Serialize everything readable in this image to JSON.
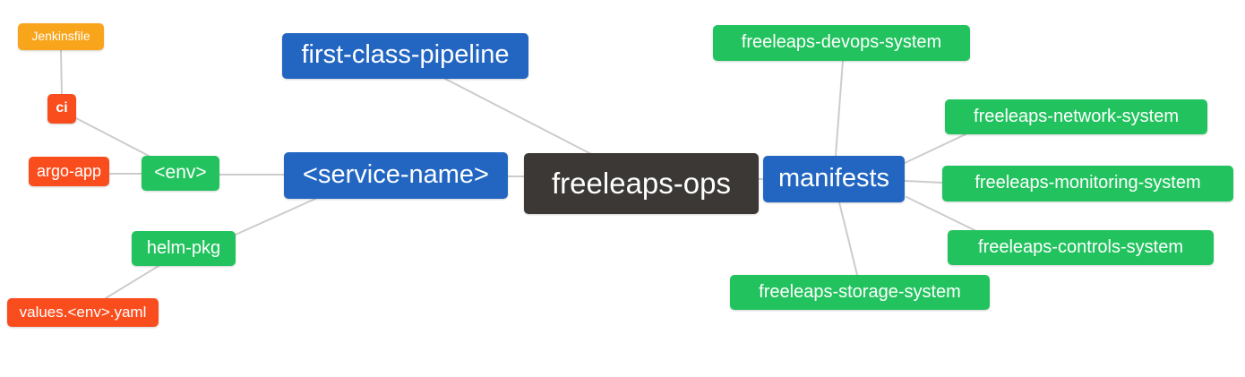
{
  "diagram": {
    "type": "mindmap",
    "root_label": "freeleaps-ops",
    "nodes": [
      {
        "id": "jenkinsfile",
        "label": "Jenkinsfile",
        "color": "orange"
      },
      {
        "id": "ci",
        "label": "ci",
        "color": "red"
      },
      {
        "id": "argo-app",
        "label": "argo-app",
        "color": "red"
      },
      {
        "id": "env",
        "label": "<env>",
        "color": "green"
      },
      {
        "id": "service-name",
        "label": "<service-name>",
        "color": "blue"
      },
      {
        "id": "first-class-pipeline",
        "label": "first-class-pipeline",
        "color": "blue"
      },
      {
        "id": "freeleaps-ops",
        "label": "freeleaps-ops",
        "color": "dark"
      },
      {
        "id": "manifests",
        "label": "manifests",
        "color": "blue"
      },
      {
        "id": "freeleaps-devops-system",
        "label": "freeleaps-devops-system",
        "color": "green"
      },
      {
        "id": "freeleaps-network-system",
        "label": "freeleaps-network-system",
        "color": "green"
      },
      {
        "id": "freeleaps-monitoring-system",
        "label": "freeleaps-monitoring-system",
        "color": "green"
      },
      {
        "id": "freeleaps-controls-system",
        "label": "freeleaps-controls-system",
        "color": "green"
      },
      {
        "id": "freeleaps-storage-system",
        "label": "freeleaps-storage-system",
        "color": "green"
      },
      {
        "id": "helm-pkg",
        "label": "helm-pkg",
        "color": "green"
      },
      {
        "id": "values-env-yaml",
        "label": "values.<env>.yaml",
        "color": "red"
      }
    ],
    "edges": [
      {
        "from": "jenkinsfile",
        "to": "ci"
      },
      {
        "from": "ci",
        "to": "env"
      },
      {
        "from": "argo-app",
        "to": "env"
      },
      {
        "from": "env",
        "to": "service-name"
      },
      {
        "from": "helm-pkg",
        "to": "service-name"
      },
      {
        "from": "values-env-yaml",
        "to": "helm-pkg"
      },
      {
        "from": "first-class-pipeline",
        "to": "freeleaps-ops"
      },
      {
        "from": "service-name",
        "to": "freeleaps-ops"
      },
      {
        "from": "freeleaps-ops",
        "to": "manifests"
      },
      {
        "from": "manifests",
        "to": "freeleaps-devops-system"
      },
      {
        "from": "manifests",
        "to": "freeleaps-network-system"
      },
      {
        "from": "manifests",
        "to": "freeleaps-monitoring-system"
      },
      {
        "from": "manifests",
        "to": "freeleaps-controls-system"
      },
      {
        "from": "manifests",
        "to": "freeleaps-storage-system"
      }
    ],
    "colors": {
      "blue": "#2266c1",
      "green": "#22c35e",
      "red": "#fa4d1e",
      "orange": "#f9a51b",
      "dark": "#3b3835",
      "edge": "#cccccc",
      "background": "#ffffff",
      "text": "#ffffff"
    }
  }
}
